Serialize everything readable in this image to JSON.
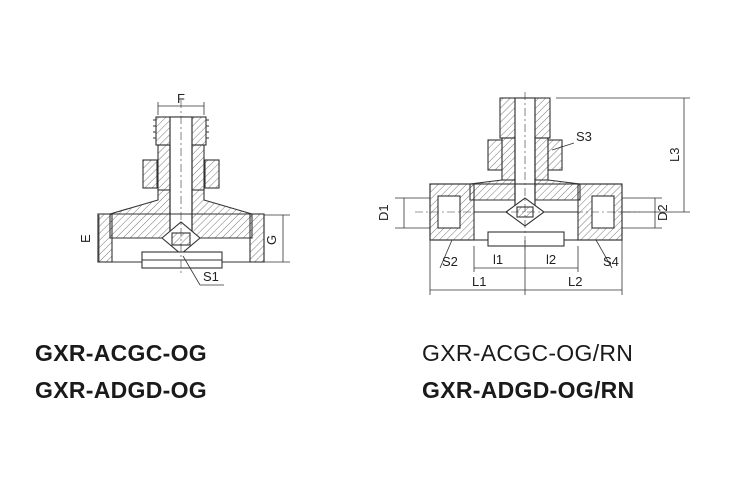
{
  "left_fitting": {
    "dimensions": {
      "F": "F",
      "E": "E",
      "G": "G",
      "S1": "S1"
    },
    "codes": [
      "GXR-ACGC-OG",
      "GXR-ADGD-OG"
    ]
  },
  "right_fitting": {
    "dimensions": {
      "S3": "S3",
      "L3": "L3",
      "D1": "D1",
      "D2": "D2",
      "S2": "S2",
      "S4": "S4",
      "l1": "l1",
      "l2": "l2",
      "L1": "L1",
      "L2": "L2"
    },
    "codes": [
      "GXR-ACGC-OG/RN",
      "GXR-ADGD-OG/RN"
    ]
  },
  "colors": {
    "line": "#333333",
    "background": "#ffffff"
  }
}
